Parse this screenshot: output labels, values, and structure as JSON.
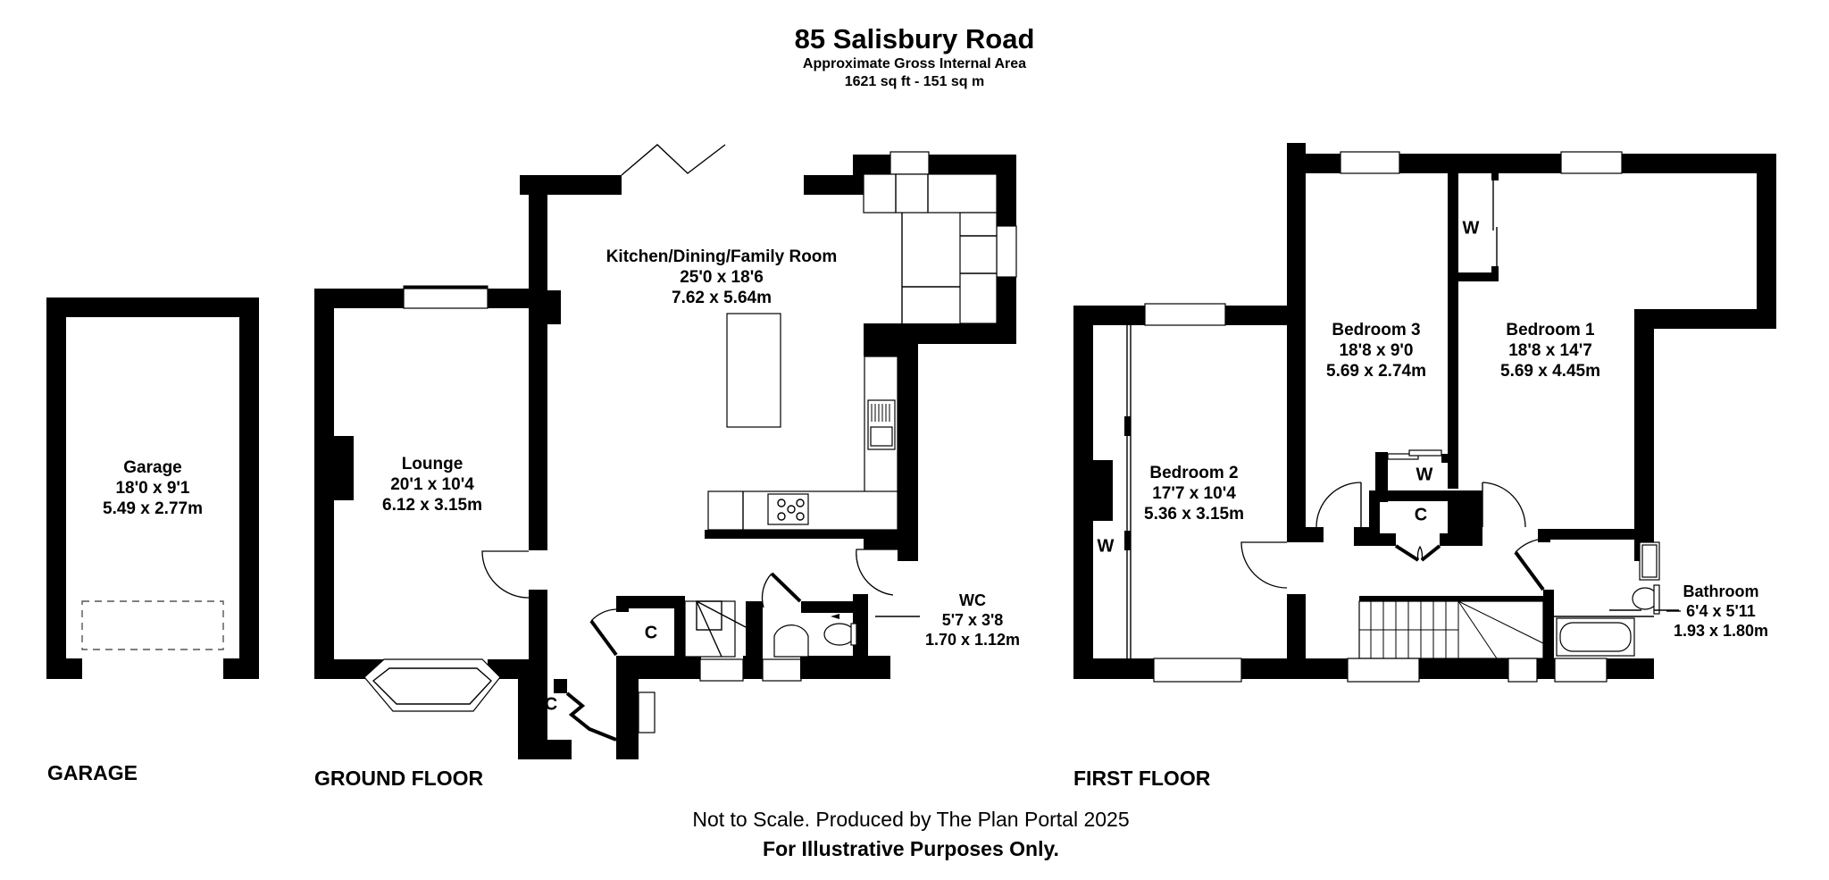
{
  "header": {
    "title": "85 Salisbury Road",
    "subtitle": "Approximate Gross Internal Area",
    "area": "1621 sq ft - 151 sq m"
  },
  "floors": {
    "garage": {
      "label": "GARAGE",
      "rooms": [
        {
          "name": "Garage",
          "imperial": "18'0 x 9'1",
          "metric": "5.49 x 2.77m"
        }
      ]
    },
    "ground": {
      "label": "GROUND FLOOR",
      "rooms": [
        {
          "name": "Kitchen/Dining/Family Room",
          "imperial": "25'0 x 18'6",
          "metric": "7.62 x 5.64m"
        },
        {
          "name": "Lounge",
          "imperial": "20'1 x 10'4",
          "metric": "6.12 x 3.15m"
        },
        {
          "name": "WC",
          "imperial": "5'7 x 3'8",
          "metric": "1.70 x 1.12m"
        }
      ],
      "cupboards": [
        "C",
        "C"
      ]
    },
    "first": {
      "label": "FIRST FLOOR",
      "rooms": [
        {
          "name": "Bedroom 2",
          "imperial": "17'7 x 10'4",
          "metric": "5.36 x 3.15m"
        },
        {
          "name": "Bedroom 3",
          "imperial": "18'8 x 9'0",
          "metric": "5.69 x 2.74m"
        },
        {
          "name": "Bedroom 1",
          "imperial": "18'8 x 14'7",
          "metric": "5.69 x 4.45m"
        },
        {
          "name": "Bathroom",
          "imperial": "6'4 x 5'11",
          "metric": "1.93 x 1.80m"
        }
      ],
      "wardrobes": [
        "W",
        "W",
        "W"
      ],
      "cupboards": [
        "C"
      ]
    }
  },
  "footer": {
    "line1": "Not to Scale. Produced by The Plan Portal 2025",
    "line2": "For Illustrative Purposes Only."
  }
}
